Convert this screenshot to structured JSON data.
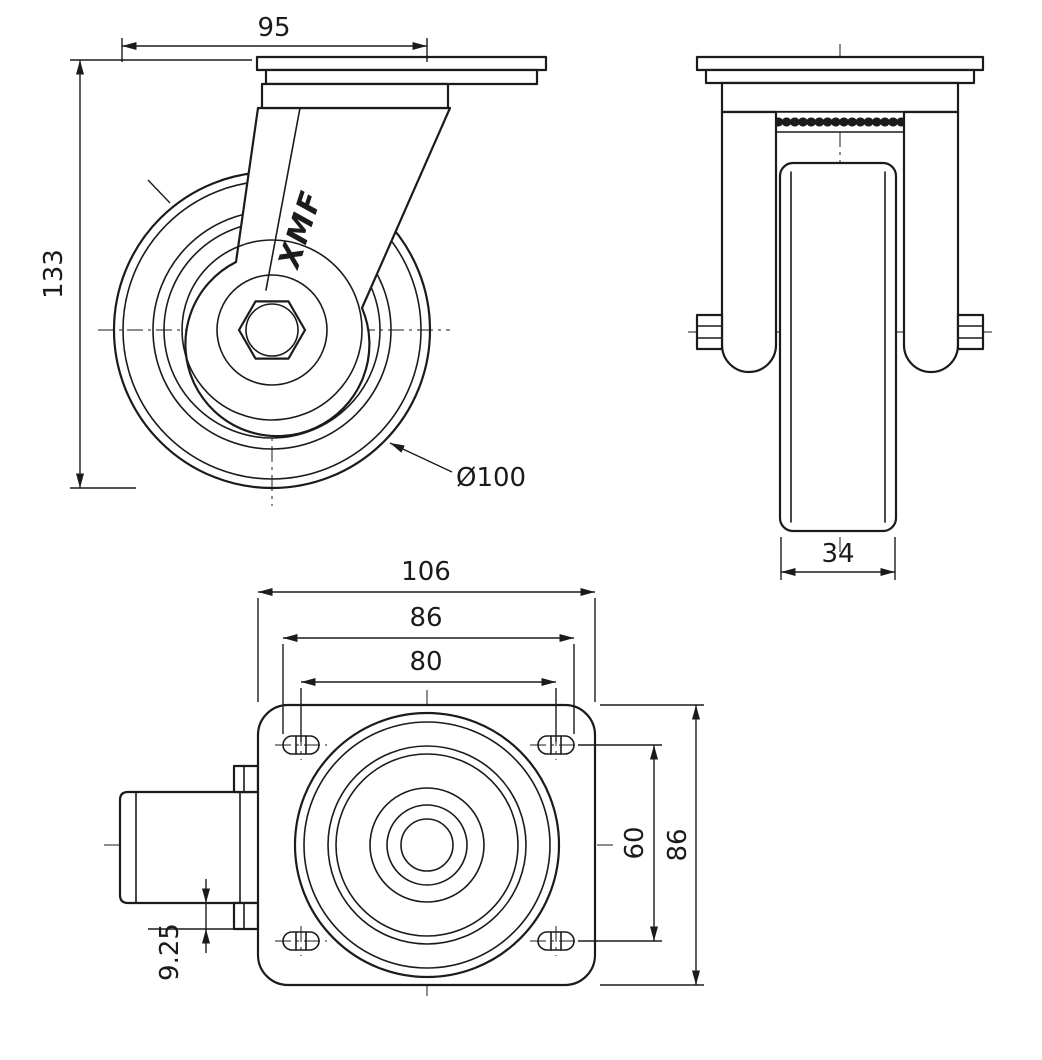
{
  "meta": {
    "background_color": "#ffffff",
    "line_color": "#1b1b1b",
    "drawing_type": "swivel caster technical drawing, three orthographic views"
  },
  "front_view": {
    "label": "front elevation view",
    "dim_top": "95",
    "dim_height": "133",
    "dim_diameter": "Ø100",
    "brand_mark": "XMF"
  },
  "side_view": {
    "label": "side elevation view",
    "dim_width": "34"
  },
  "plan_view": {
    "label": "plan (mounting plate) view",
    "dim_plate_width": "106",
    "dim_slot_span": "86",
    "dim_bolt_pitch_h": "80",
    "dim_bolt_pitch_v": "60",
    "dim_plate_depth": "86",
    "dim_slot_width": "9.25"
  }
}
